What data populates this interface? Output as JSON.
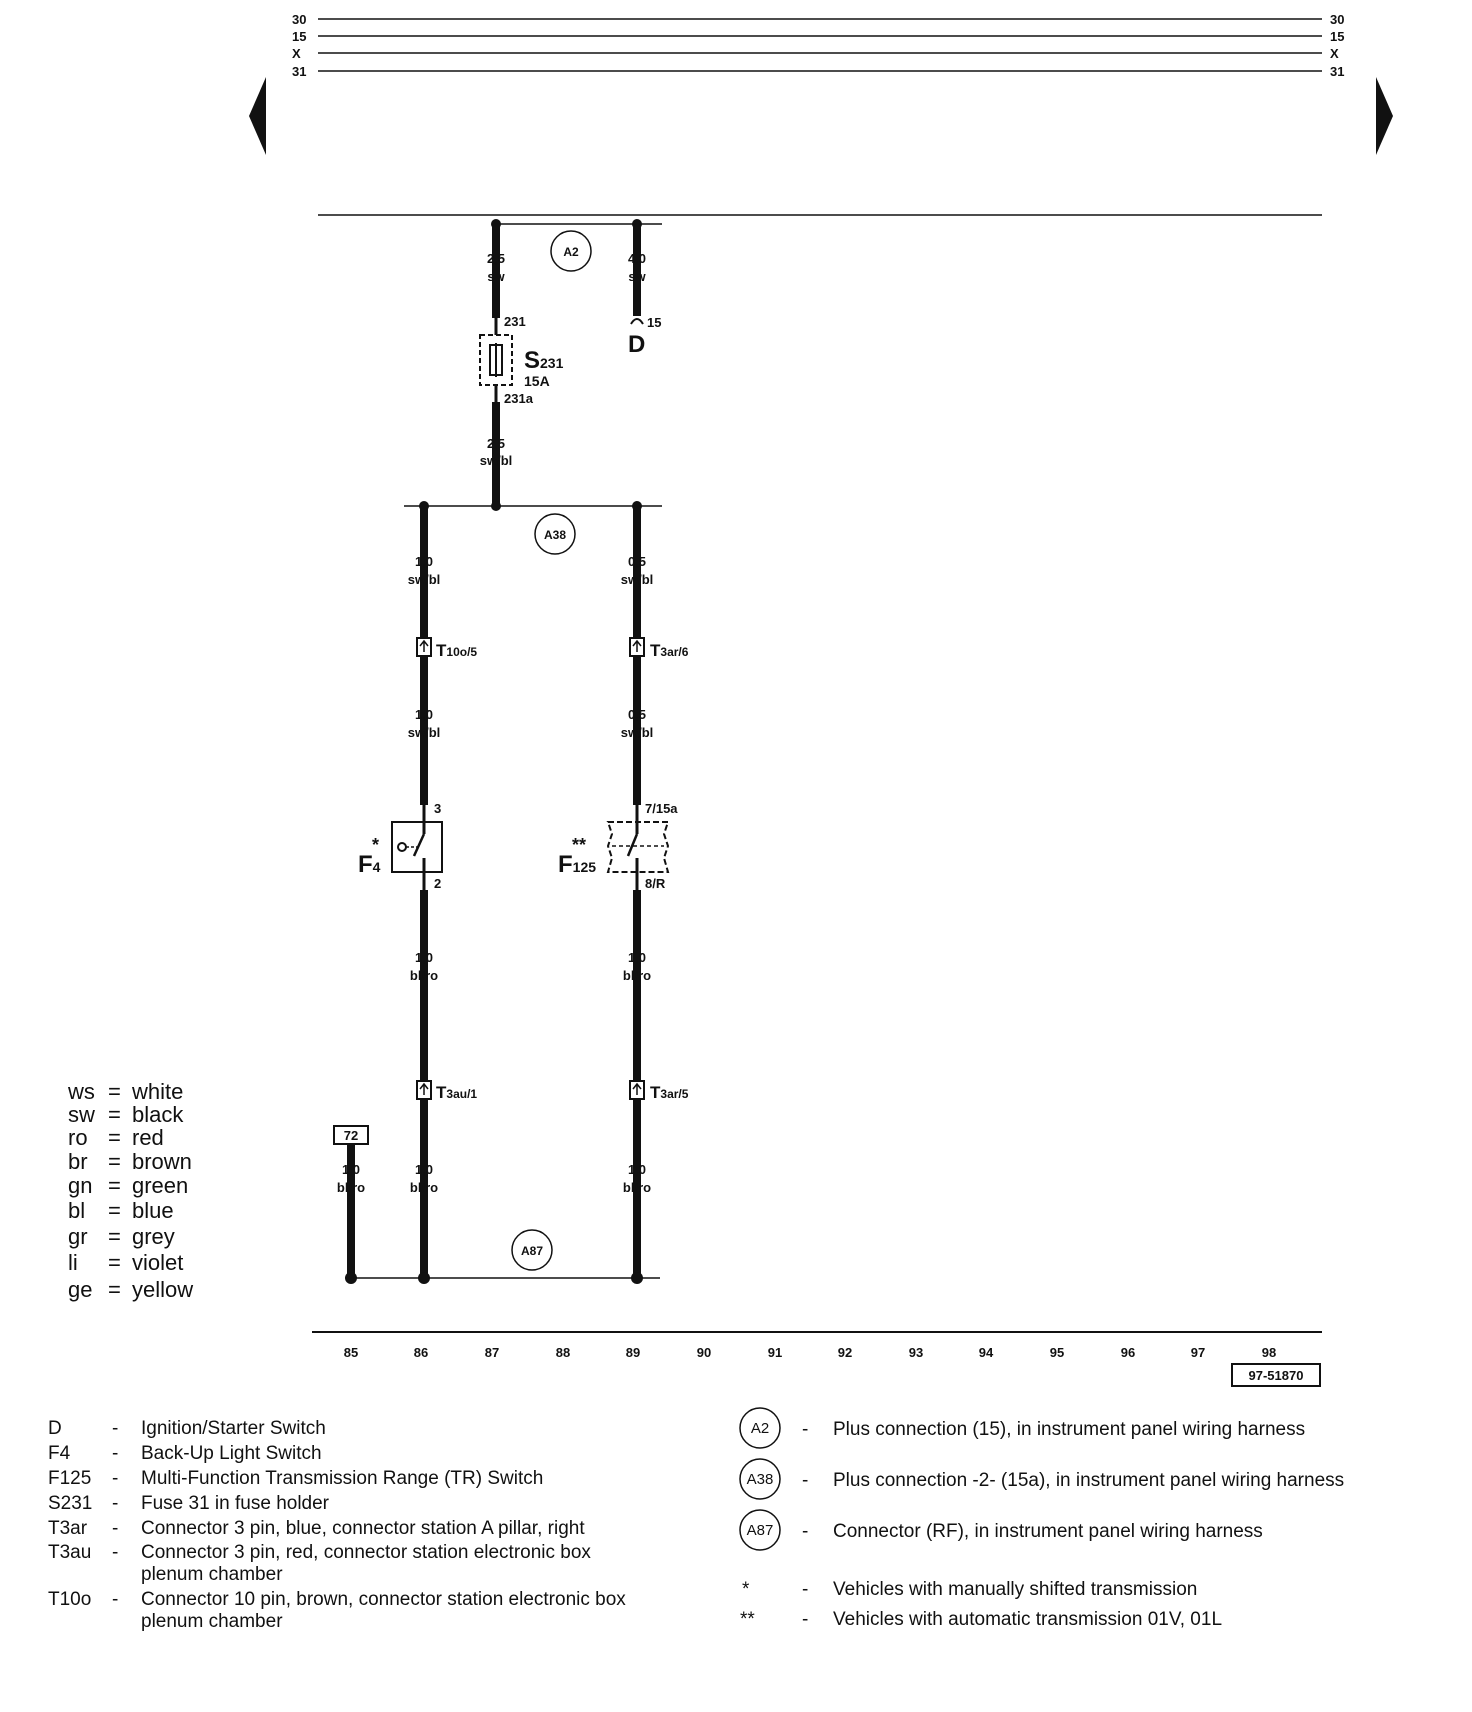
{
  "bus": {
    "line_30": "30",
    "line_15": "15",
    "line_x": "X",
    "line_31": "31"
  },
  "wires": {
    "w_a2_left": {
      "size": "2,5",
      "color": "sw"
    },
    "w_a2_right": {
      "size": "4,0",
      "color": "sw"
    },
    "w_fuse_out": {
      "size": "2,5",
      "color": "sw/bl"
    },
    "w_f4_top": {
      "size": "1,0",
      "color": "sw/bl"
    },
    "w_f125_top": {
      "size": "0,5",
      "color": "sw/bl"
    },
    "w_f4_mid": {
      "size": "1,0",
      "color": "sw/bl"
    },
    "w_f125_mid": {
      "size": "0,5",
      "color": "sw/bl"
    },
    "w_f4_out": {
      "size": "1,0",
      "color": "bl/ro"
    },
    "w_f125_out": {
      "size": "1,0",
      "color": "bl/ro"
    },
    "w_ground": {
      "size": "1,0",
      "color": "bl/ro"
    },
    "w_t3au_out": {
      "size": "1,0",
      "color": "bl/ro"
    },
    "w_t3ar5_out": {
      "size": "1,0",
      "color": "bl/ro"
    }
  },
  "components": {
    "fuse": {
      "name": "S",
      "sub": "231",
      "rating": "15A",
      "pin_in": "231",
      "pin_out": "231a"
    },
    "ignition": {
      "name": "D",
      "pin": "15"
    },
    "f4": {
      "name": "F",
      "sub": "4",
      "star": "*",
      "pin_in": "3",
      "pin_out": "2"
    },
    "f125": {
      "name": "F",
      "sub": "125",
      "star": "**",
      "pin_in": "7/15a",
      "pin_out": "8/R"
    },
    "t10o5": {
      "name": "T",
      "sub": "10o/5"
    },
    "t3ar6": {
      "name": "T",
      "sub": "3ar/6"
    },
    "t3au1": {
      "name": "T",
      "sub": "3au/1"
    },
    "t3ar5": {
      "name": "T",
      "sub": "3ar/5"
    },
    "ground": {
      "number": "72"
    }
  },
  "connections": {
    "a2": "A2",
    "a38": "A38",
    "a87": "A87"
  },
  "current_tracks": [
    "85",
    "86",
    "87",
    "88",
    "89",
    "90",
    "91",
    "92",
    "93",
    "94",
    "95",
    "96",
    "97",
    "98"
  ],
  "reference": "97-51870",
  "color_legend": [
    {
      "code": "ws",
      "name": "white"
    },
    {
      "code": "sw",
      "name": "black"
    },
    {
      "code": "ro",
      "name": "red"
    },
    {
      "code": "br",
      "name": "brown"
    },
    {
      "code": "gn",
      "name": "green"
    },
    {
      "code": "bl",
      "name": "blue"
    },
    {
      "code": "gr",
      "name": "grey"
    },
    {
      "code": "li",
      "name": "violet"
    },
    {
      "code": "ge",
      "name": "yellow"
    }
  ],
  "legend_eq": "=",
  "dash": "-",
  "component_list": [
    {
      "code": "D",
      "desc": [
        "Ignition/Starter Switch"
      ]
    },
    {
      "code": "F4",
      "desc": [
        "Back-Up Light Switch"
      ]
    },
    {
      "code": "F125",
      "desc": [
        "Multi-Function Transmission Range (TR) Switch"
      ]
    },
    {
      "code": "S231",
      "desc": [
        "Fuse 31 in fuse holder"
      ]
    },
    {
      "code": "T3ar",
      "desc": [
        "Connector 3 pin, blue, connector station A pillar, right"
      ]
    },
    {
      "code": "T3au",
      "desc": [
        "Connector 3 pin, red, connector station electronic box",
        "plenum chamber"
      ]
    },
    {
      "code": "T10o",
      "desc": [
        "Connector 10 pin, brown, connector station electronic box",
        "plenum chamber"
      ]
    }
  ],
  "connection_list": [
    {
      "code": "A2",
      "desc": "Plus connection (15), in instrument panel wiring harness"
    },
    {
      "code": "A38",
      "desc": "Plus connection -2- (15a), in instrument panel wiring harness"
    },
    {
      "code": "A87",
      "desc": "Connector (RF), in instrument panel wiring harness"
    }
  ],
  "footnotes": [
    {
      "mark": "*",
      "desc": "Vehicles with manually shifted transmission"
    },
    {
      "mark": "**",
      "desc": "Vehicles with automatic transmission 01V, 01L"
    }
  ]
}
